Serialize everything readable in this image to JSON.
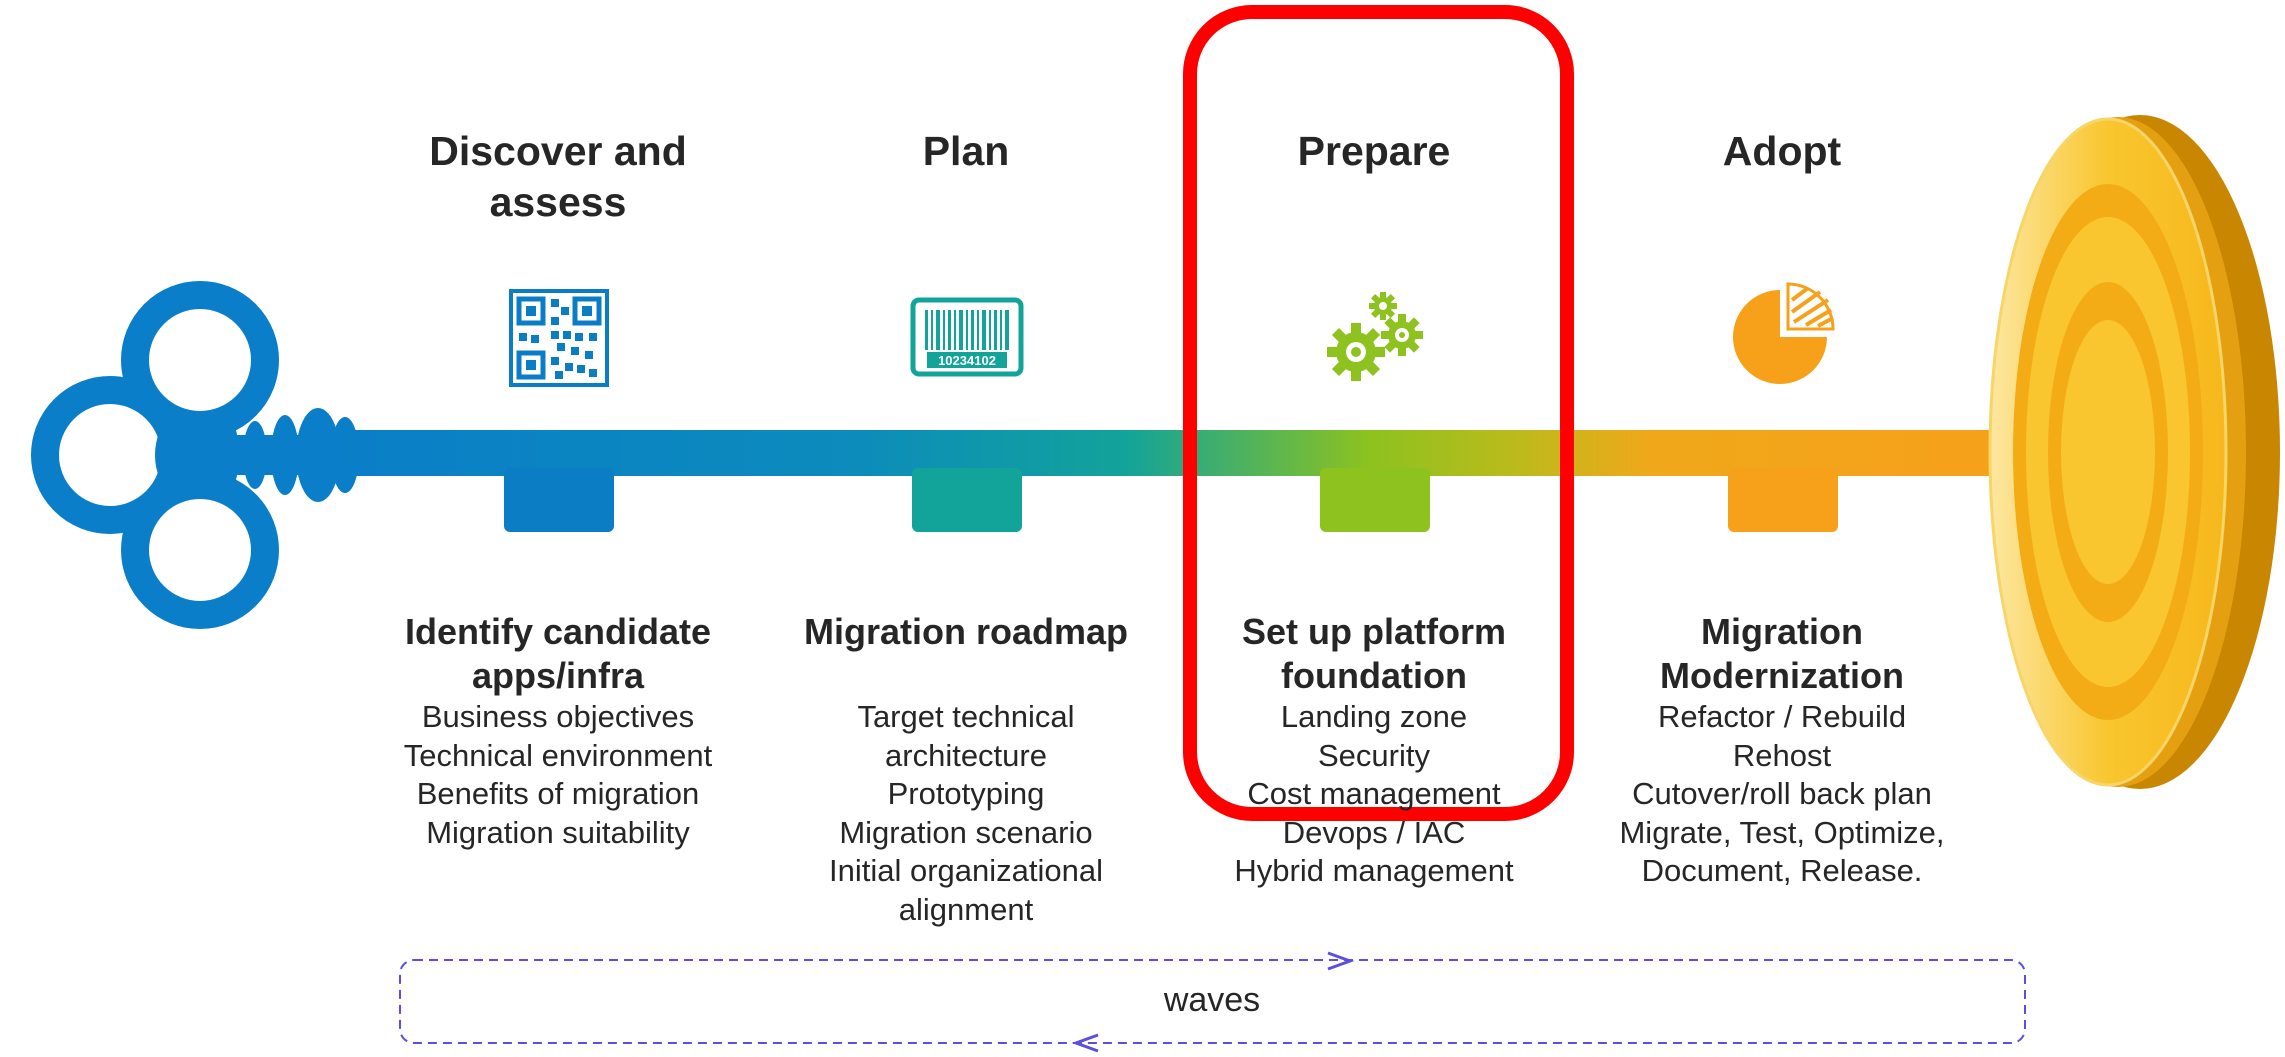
{
  "colors": {
    "key_blue": "#0a7ec8",
    "discover": "#0b7dc4",
    "plan": "#12a39a",
    "prepare": "#8dc21f",
    "adopt": "#f7a11a",
    "highlight": "#ff0000",
    "waves_border": "#5b4fe0"
  },
  "phases": [
    {
      "title": "Discover and assess",
      "icon": "qr-code-icon",
      "heading": "Identify candidate apps/infra",
      "items": [
        "Business objectives",
        "Technical environment",
        "Benefits of migration",
        "Migration suitability"
      ]
    },
    {
      "title": "Plan",
      "icon": "barcode-icon",
      "barcode_text": "10234102",
      "heading": "Migration roadmap",
      "items": [
        "Target technical",
        "architecture",
        "Prototyping",
        "Migration scenario",
        "Initial organizational",
        "alignment"
      ]
    },
    {
      "title": "Prepare",
      "icon": "gears-icon",
      "heading": "Set up platform foundation",
      "items": [
        "Landing zone",
        "Security",
        "Cost management",
        "Devops / IAC",
        "Hybrid management"
      ]
    },
    {
      "title": "Adopt",
      "icon": "pie-chart-icon",
      "heading": "Migration Modernization",
      "items": [
        "Refactor / Rebuild",
        "Rehost",
        "Cutover/roll back plan",
        "Migrate, Test, Optimize,",
        "Document, Release."
      ]
    }
  ],
  "highlighted_phase": "Prepare",
  "waves": {
    "label": "waves"
  }
}
